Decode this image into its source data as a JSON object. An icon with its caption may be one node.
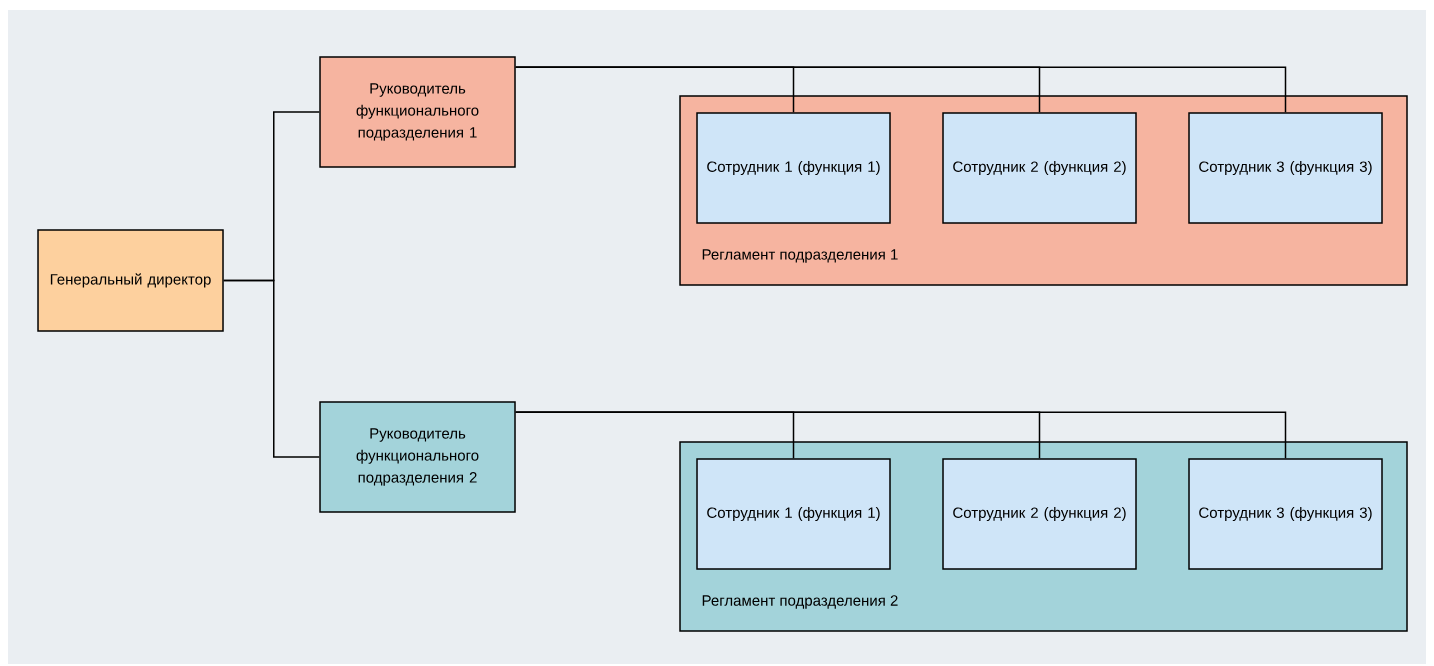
{
  "diagram": {
    "nodes": [
      {
        "text": [
          "Генеральный директор"
        ]
      },
      {
        "text": [
          "Руководитель функционального подразделения 1"
        ]
      },
      {
        "text": [
          "Регламент подразделения 1"
        ]
      },
      {
        "text": [
          "Сотрудник 1 (функция 1)"
        ],
        "in": 2
      },
      {
        "text": [
          "Сотрудник 2 (функция 2)"
        ],
        "in": 2
      },
      {
        "text": [
          "Сотрудник 3 (функция 3)"
        ],
        "in": 2
      },
      {
        "text": [
          "Руководитель функционального подразделения 2"
        ]
      },
      {
        "text": [
          "Регламент подразделения 2"
        ]
      },
      {
        "text": [
          "Сотрудник 1 (функция 1)"
        ],
        "in": 7
      },
      {
        "text": [
          "Сотрудник 2 (функция 2)"
        ],
        "in": 7
      },
      {
        "text": [
          "Сотрудник 3 (функция 3)"
        ],
        "in": 7
      }
    ],
    "edges": [
      {
        "from": 0,
        "to": 1,
        "arrow": "none"
      },
      {
        "from": 0,
        "to": 6,
        "arrow": "none"
      },
      {
        "from": 1,
        "to": 3,
        "arrow": "none"
      },
      {
        "from": 1,
        "to": 4,
        "arrow": "none"
      },
      {
        "from": 1,
        "to": 5,
        "arrow": "none"
      },
      {
        "from": 6,
        "to": 8,
        "arrow": "none"
      },
      {
        "from": 6,
        "to": 9,
        "arrow": "none"
      },
      {
        "from": 6,
        "to": 10,
        "arrow": "none"
      }
    ]
  }
}
